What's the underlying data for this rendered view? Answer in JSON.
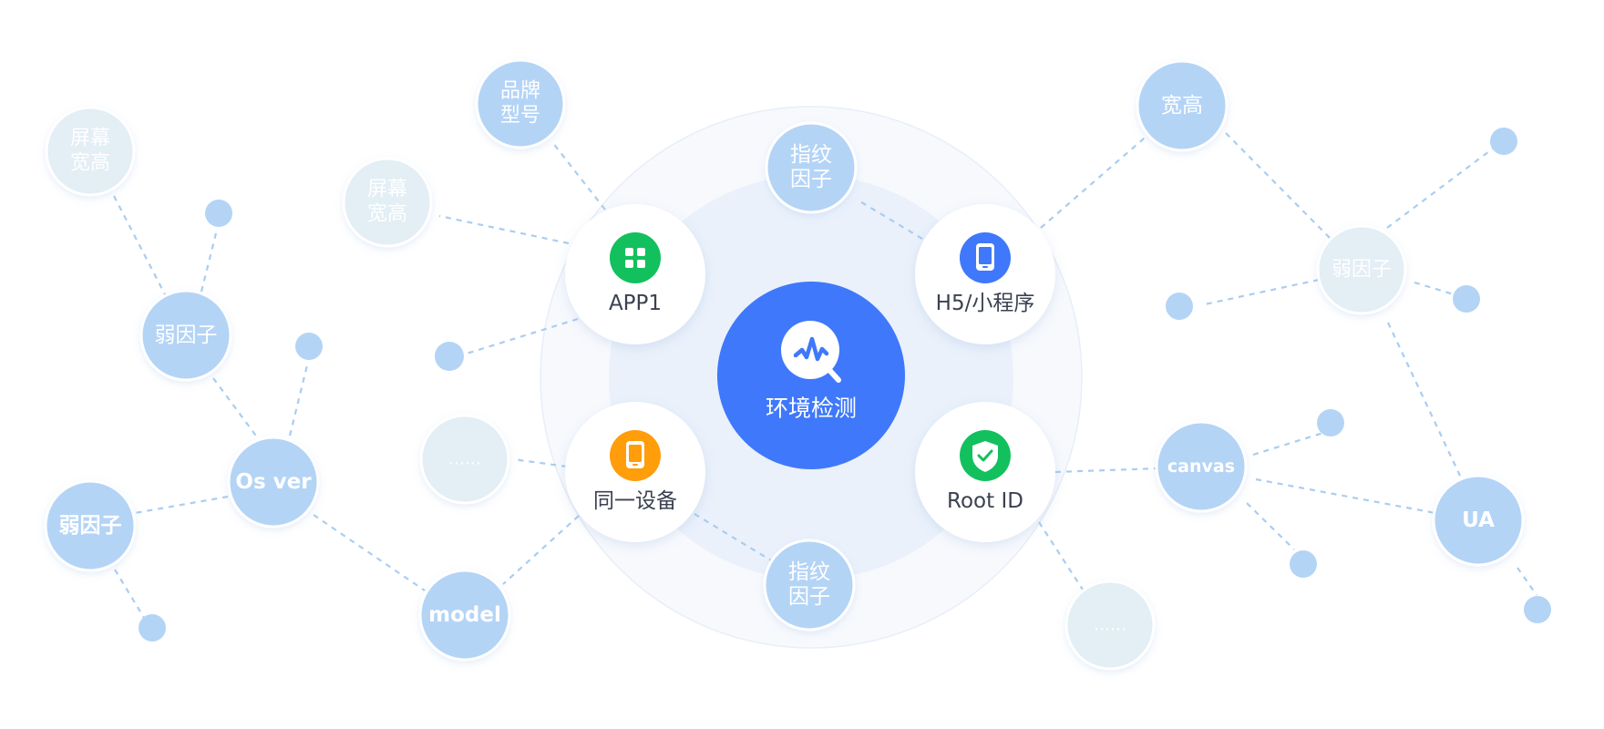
{
  "colors": {
    "bubble": "#b4d4f6",
    "bubble_faint": "#e3eef5",
    "bubble_text": "#ffffff",
    "link": "#a9cdf1",
    "center": "#3f78fb",
    "ring_outer": "#f7f9fd",
    "ring_inner": "#eaf1fb",
    "label_dark": "#3b4150",
    "app_icon": "#12c05d",
    "h5_icon": "#3f78fb",
    "device_icon": "#ff9d0a",
    "root_icon": "#12c05d"
  },
  "center": {
    "label": "环境检测",
    "icon": "pulse-search-icon"
  },
  "hubs": {
    "app": {
      "label": "APP1",
      "icon": "app-grid-icon"
    },
    "h5": {
      "label": "H5/小程序",
      "icon": "phone-icon"
    },
    "device": {
      "label": "同一设备",
      "icon": "phone-icon"
    },
    "root": {
      "label": "Root ID",
      "icon": "shield-check-icon"
    }
  },
  "factors": {
    "brand_model": [
      "品牌",
      "型号"
    ],
    "screen_size_a": [
      "屏幕",
      "宽高"
    ],
    "screen_size_b": [
      "屏幕",
      "宽高"
    ],
    "fingerprint_top": [
      "指纹",
      "因子"
    ],
    "fingerprint_bottom": [
      "指纹",
      "因子"
    ],
    "width_height": "宽高",
    "weak_factor_a": "弱因子",
    "weak_factor_b": "弱因子",
    "weak_factor_c": "弱因子",
    "os_ver": "Os ver",
    "model": "model",
    "ellipsis_left": "……",
    "ellipsis_right": "……",
    "canvas": "canvas",
    "ua": "UA"
  }
}
